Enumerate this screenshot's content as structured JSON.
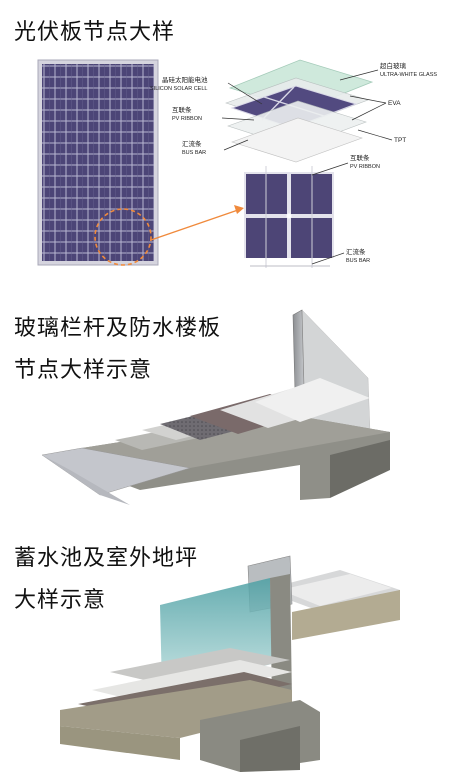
{
  "section1": {
    "title": "光伏板节点大样",
    "labels": {
      "silicon_cn": "晶硅太阳能电池",
      "silicon_en": "SILICON SOLAR CELL",
      "glass_cn": "超白玻璃",
      "glass_en": "ULTRA-WHITE GLASS",
      "eva": "EVA",
      "tpt": "TPT",
      "ribbon1_cn": "互联条",
      "ribbon1_en": "PV RIBBON",
      "busbar1_cn": "汇流条",
      "busbar1_en": "BUS BAR",
      "ribbon2_cn": "互联条",
      "ribbon2_en": "PV RIBBON",
      "busbar2_cn": "汇流条",
      "busbar2_en": "BUS BAR"
    }
  },
  "section2": {
    "title_line1": "玻璃栏杆及防水楼板",
    "title_line2": "节点大样示意"
  },
  "section3": {
    "title_line1": "蓄水池及室外地坪",
    "title_line2": "大样示意"
  },
  "colors": {
    "panel_cell": "#4c4577",
    "panel_frame": "#c9c9d4",
    "accent_orange": "#f08a3c",
    "concrete": "#8b8b82",
    "water": "#5aa9a8"
  }
}
